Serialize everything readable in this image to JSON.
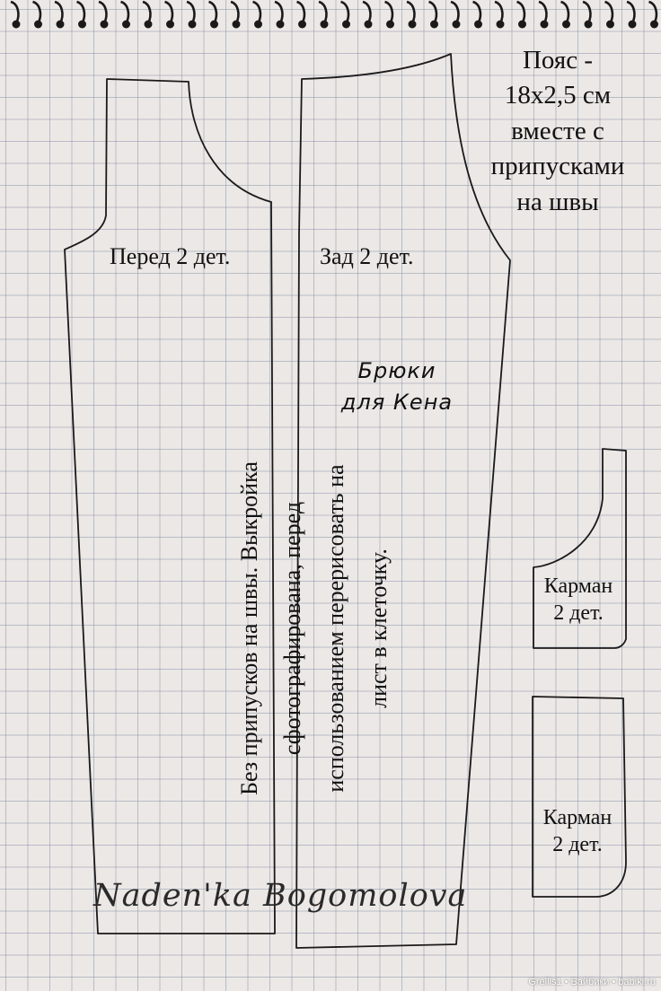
{
  "pieces": {
    "front_label": "Перед 2 дет.",
    "back_label": "Зад 2 дет."
  },
  "belt_note": [
    "Пояс -",
    "18х2,5 см",
    "вместе с",
    "припусками",
    "на швы"
  ],
  "title_hand": [
    "Брюки",
    "для Кена"
  ],
  "pockets": {
    "pocket_a": [
      "Карман",
      "2 дет."
    ],
    "pocket_b": [
      "Карман",
      "2 дет."
    ]
  },
  "rotated_note": [
    "Без припусков на швы. Выкройка",
    "сфотографирована, перед",
    "использованием перерисовать на",
    "лист в клеточку."
  ],
  "signature": "Naden'ka Bogomolova",
  "watermark": "Grellis1 • Байбики • babiki.ru",
  "colors": {
    "paper": "#ece8e5",
    "grid": "#8a96ab",
    "ink": "#111111"
  }
}
